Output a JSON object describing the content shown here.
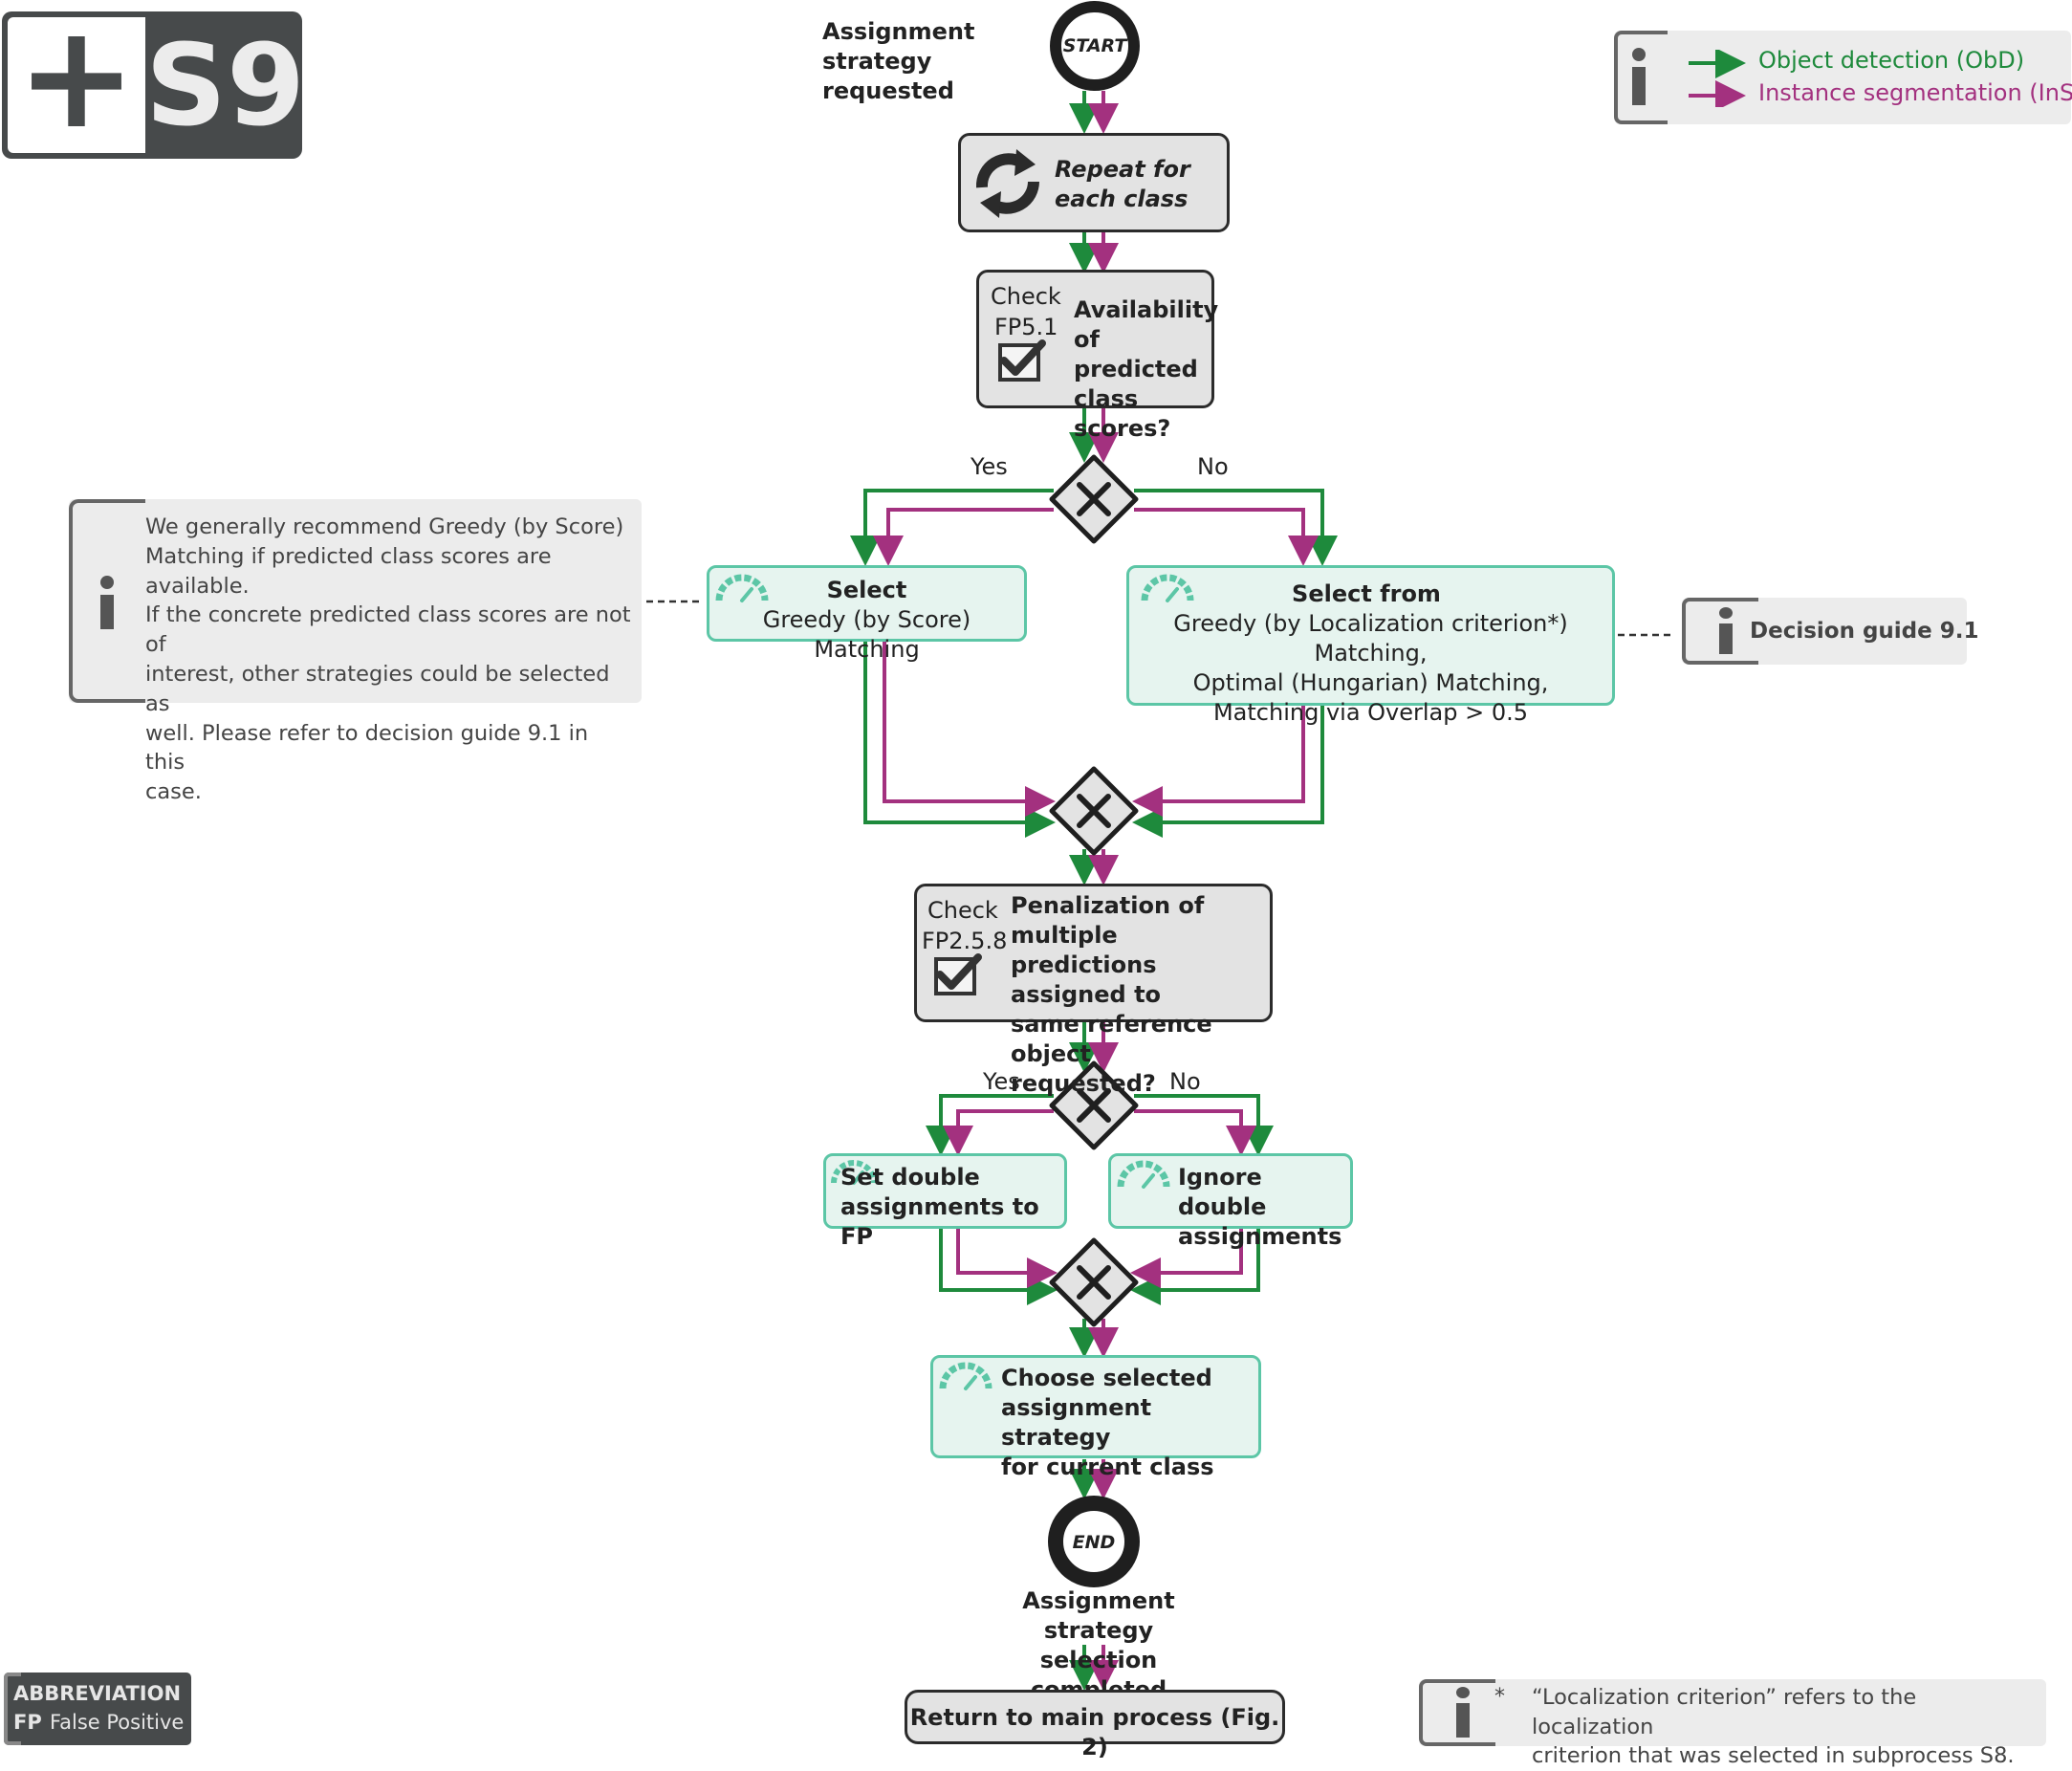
{
  "logo": {
    "plus": "+",
    "label": "S9"
  },
  "legend": {
    "obd": "Object detection (ObD)",
    "ins": "Instance segmentation (InS)"
  },
  "start": {
    "label": "START",
    "caption": "Assignment strategy\nrequested"
  },
  "repeat": {
    "text": "Repeat for\neach class"
  },
  "check1": {
    "check": "Check",
    "ref": "FP5.1",
    "question": "Availability\nof predicted\nclass scores?"
  },
  "gateway1": {
    "yes": "Yes",
    "no": "No"
  },
  "select_greedy": {
    "title": "Select",
    "body": "Greedy (by Score) Matching"
  },
  "select_from": {
    "title": "Select from",
    "body": "Greedy (by Localization criterion*) Matching,\nOptimal (Hungarian) Matching,\nMatching via Overlap > 0.5"
  },
  "info_left": {
    "text": "We generally recommend Greedy (by Score)\nMatching if predicted class scores are available.\nIf the concrete predicted class scores are not of\ninterest, other strategies could be selected as\nwell. Please refer to decision guide 9.1 in this\ncase."
  },
  "info_right": {
    "text": "Decision guide 9.1"
  },
  "check2": {
    "check": "Check",
    "ref": "FP2.5.8",
    "question": "Penalization of multiple\npredictions assigned to\nsame reference object\nrequested?"
  },
  "gateway2": {
    "yes": "Yes",
    "no": "No"
  },
  "set_double": {
    "text": "Set double\nassignments to FP"
  },
  "ignore_double": {
    "text": "Ignore double\nassignments"
  },
  "choose": {
    "text": "Choose selected\nassignment strategy\nfor current class"
  },
  "end": {
    "label": "END",
    "caption": "Assignment strategy\nselection completed"
  },
  "return_btn": {
    "text": "Return to main process (Fig. 2)"
  },
  "abbreviation": {
    "title": "ABBREVIATION",
    "key": "FP",
    "value": "False Positive"
  },
  "footnote": {
    "star": "*",
    "text": "“Localization criterion” refers to the localization\ncriterion that was selected in subprocess S8."
  },
  "colors": {
    "obd": "#1e8a3c",
    "ins": "#a3317f",
    "teal": "#5cc6a6",
    "dark": "#2b2b2b"
  }
}
